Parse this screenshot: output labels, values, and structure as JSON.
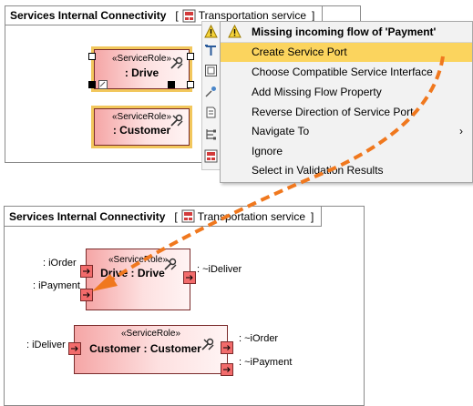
{
  "top_diagram": {
    "title": "Services Internal Connectivity",
    "bracket_open": "[",
    "bracket_close": "]",
    "context": "Transportation service",
    "parts": [
      {
        "stereotype": "«ServiceRole»",
        "name": ": Drive"
      },
      {
        "stereotype": "«ServiceRole»",
        "name": ": Customer"
      }
    ]
  },
  "context_menu": {
    "header": "Missing incoming flow of 'Payment'",
    "items": [
      {
        "label": "Create Service Port",
        "highlighted": true
      },
      {
        "label": "Choose Compatible Service Interface"
      },
      {
        "label": "Add Missing Flow Property"
      },
      {
        "label": "Reverse Direction of Service Port"
      },
      {
        "label": "Navigate To",
        "submenu_arrow": "›"
      },
      {
        "label": "Ignore"
      },
      {
        "label": "Select in Validation Results"
      }
    ],
    "highlight_color": "#fbd45e"
  },
  "bottom_diagram": {
    "title": "Services Internal Connectivity",
    "bracket_open": "[",
    "bracket_close": "]",
    "context": "Transportation service",
    "parts": [
      {
        "stereotype": "«ServiceRole»",
        "name": "Drive : Drive",
        "ports_left": [
          ": iOrder",
          ": iPayment"
        ],
        "ports_right": [
          ": ~iDeliver"
        ]
      },
      {
        "stereotype": "«ServiceRole»",
        "name": "Customer : Customer",
        "ports_left": [
          ": iDeliver"
        ],
        "ports_right": [
          ": ~iOrder",
          ": ~iPayment"
        ]
      }
    ]
  },
  "colors": {
    "part_fill_start": "#f5a6a6",
    "port_fill": "#f26b6b",
    "selection_outline": "#f2c75c",
    "arrow": "#f0781e"
  }
}
